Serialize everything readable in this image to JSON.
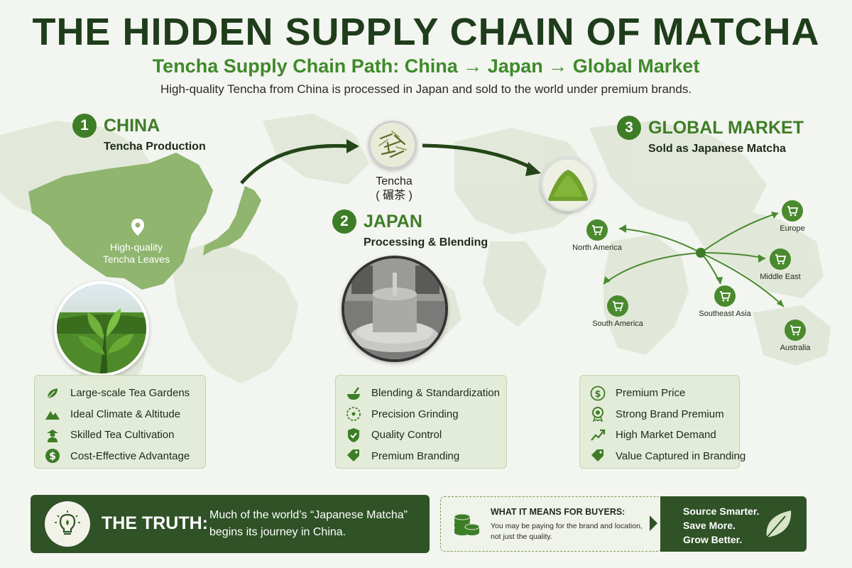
{
  "header": {
    "title": "THE HIDDEN SUPPLY CHAIN OF MATCHA",
    "subtitle": "Tencha Supply Chain Path: China → Japan → Global Market",
    "intro": "High-quality Tencha from China is processed in Japan and sold to the world under premium brands."
  },
  "steps": [
    {
      "number": "1",
      "title": "CHINA",
      "subtitle": "Tencha Production"
    },
    {
      "number": "2",
      "title": "JAPAN",
      "subtitle": "Processing & Blending"
    },
    {
      "number": "3",
      "title": "GLOBAL MARKET",
      "subtitle": "Sold as Japanese Matcha"
    }
  ],
  "china_pin_label": "High-quality Tencha Leaves",
  "tencha": {
    "label": "Tencha",
    "kanji": "( 碾茶 )"
  },
  "china_features": [
    {
      "icon": "leaf-icon",
      "label": "Large-scale Tea Gardens"
    },
    {
      "icon": "mountain-icon",
      "label": "Ideal Climate & Altitude"
    },
    {
      "icon": "farmer-icon",
      "label": "Skilled Tea Cultivation"
    },
    {
      "icon": "dollar-icon",
      "label": "Cost-Effective Advantage"
    }
  ],
  "japan_features": [
    {
      "icon": "bowl-whisk-icon",
      "label": "Blending & Standardization"
    },
    {
      "icon": "grinding-icon",
      "label": "Precision Grinding"
    },
    {
      "icon": "shield-check-icon",
      "label": "Quality Control"
    },
    {
      "icon": "tag-icon",
      "label": "Premium Branding"
    }
  ],
  "global_features": [
    {
      "icon": "dollar-icon",
      "label": "Premium Price"
    },
    {
      "icon": "badge-icon",
      "label": "Strong Brand Premium"
    },
    {
      "icon": "trend-up-icon",
      "label": "High Market Demand"
    },
    {
      "icon": "tag-icon",
      "label": "Value Captured in Branding"
    }
  ],
  "markets": [
    "North America",
    "Europe",
    "Middle East",
    "South America",
    "Southeast Asia",
    "Australia"
  ],
  "truth": {
    "title": "THE TRUTH:",
    "text": "Much of the world’s “Japanese Matcha” begins its journey in China."
  },
  "buyers": {
    "title": "WHAT IT MEANS FOR BUYERS:",
    "text": "You may be paying for the brand and location, not just the quality."
  },
  "source": {
    "line1": "Source Smarter.",
    "line2": "Save More.",
    "line3": "Grow Better."
  },
  "colors": {
    "dark_green": "#2f5226",
    "accent_green": "#3e7d27",
    "light_panel": "#e2ead6",
    "background": "#f3f5f0"
  }
}
